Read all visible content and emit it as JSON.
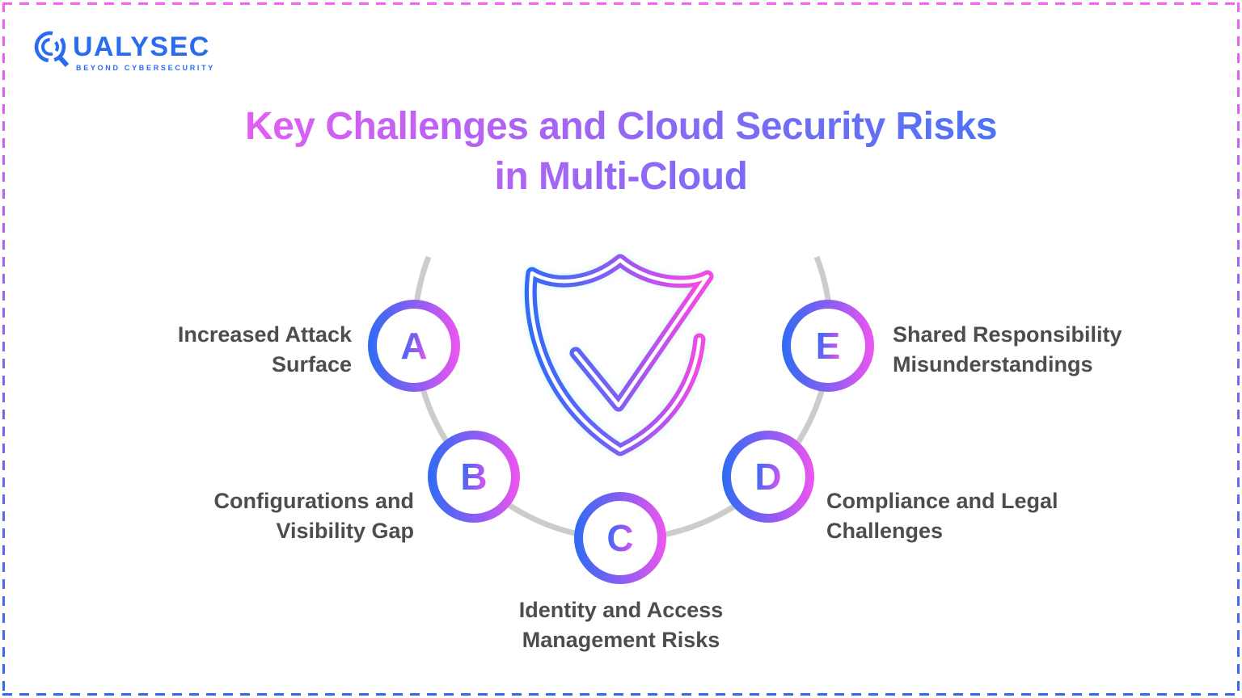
{
  "brand": {
    "name": "QUALYSEC",
    "wordmark_rest": "UALYSEC",
    "tagline": "BEYOND CYBERSECURITY"
  },
  "title": {
    "line1": "Key Challenges and Cloud Security Risks",
    "line2": "in Multi-Cloud"
  },
  "items": [
    {
      "letter": "A",
      "label": "Increased Attack\nSurface"
    },
    {
      "letter": "B",
      "label": "Configurations and\nVisibility Gap"
    },
    {
      "letter": "C",
      "label": "Identity and Access\nManagement Risks"
    },
    {
      "letter": "D",
      "label": "Compliance and Legal\nChallenges"
    },
    {
      "letter": "E",
      "label": "Shared Responsibility\nMisunderstandings"
    }
  ],
  "icons": {
    "logo": "magnifier-q-icon",
    "center": "shield-check-icon"
  },
  "colors": {
    "background": "#ffffff",
    "logo_blue": "#2a6cf0",
    "gradient_blue": "#2f6bf5",
    "gradient_purple": "#8a63f2",
    "gradient_pink": "#f150ea",
    "title_pink": "#ef5df2",
    "title_blue": "#3f74f7",
    "label_gray": "#4d4d4d",
    "arc_gray": "#cccccc",
    "border_top_pink": "#fa5ef5",
    "border_bottom_blue": "#2e6bf0"
  }
}
